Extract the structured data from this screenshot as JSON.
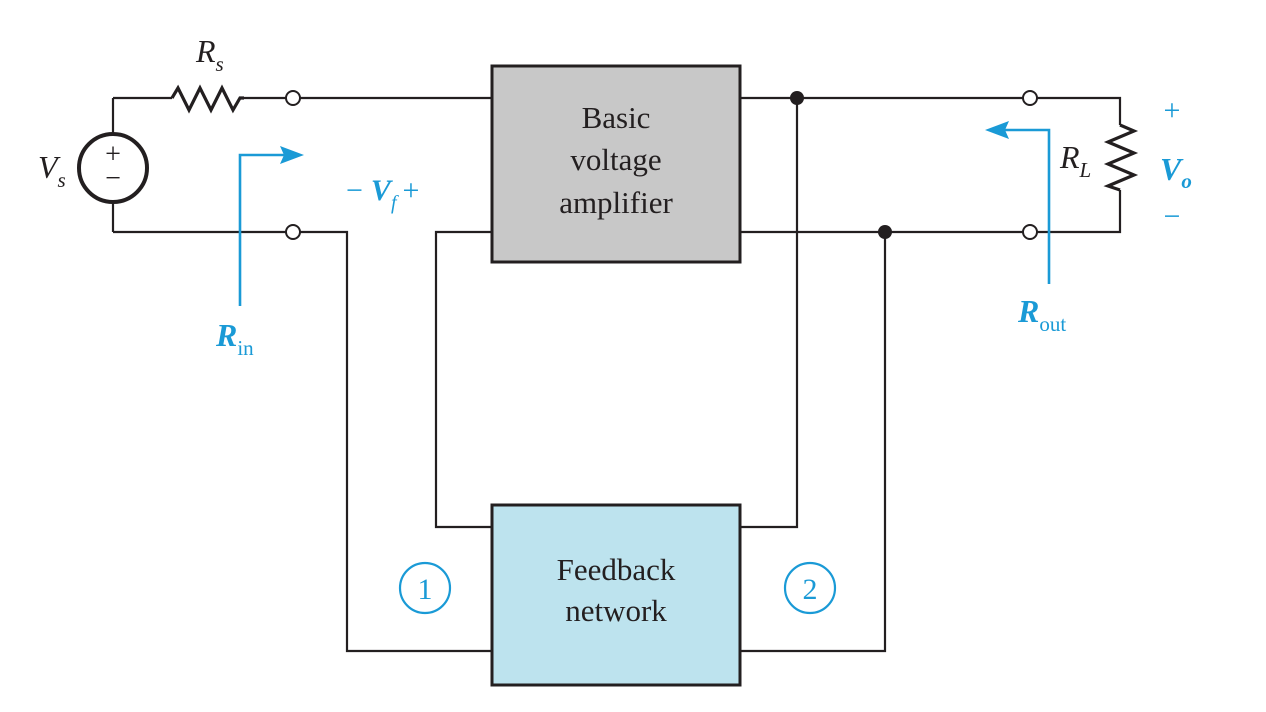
{
  "colors": {
    "wire": "#231f20",
    "accent_blue": "#1a9ad6",
    "amplifier_block": "#c8c8c8",
    "feedback_block": "#bde3ee"
  },
  "labels": {
    "source": {
      "main": "V",
      "sub": "s"
    },
    "source_resistor": {
      "main": "R",
      "sub": "s"
    },
    "load_resistor": {
      "main": "R",
      "sub": "L"
    },
    "input_resistance": {
      "main": "R",
      "sub": "in"
    },
    "output_resistance": {
      "main": "R",
      "sub": "out"
    },
    "output_voltage": {
      "main": "V",
      "sub": "o",
      "plus": "+",
      "minus": "−"
    },
    "feedback_voltage": {
      "minus": "−",
      "main": "V",
      "sub": "f",
      "plus": "+"
    },
    "source_polarity": {
      "plus": "+",
      "minus": "−"
    }
  },
  "blocks": {
    "amplifier": {
      "line1": "Basic",
      "line2": "voltage",
      "line3": "amplifier"
    },
    "feedback": {
      "line1": "Feedback",
      "line2": "network"
    }
  },
  "ports": {
    "port1": "1",
    "port2": "2"
  }
}
